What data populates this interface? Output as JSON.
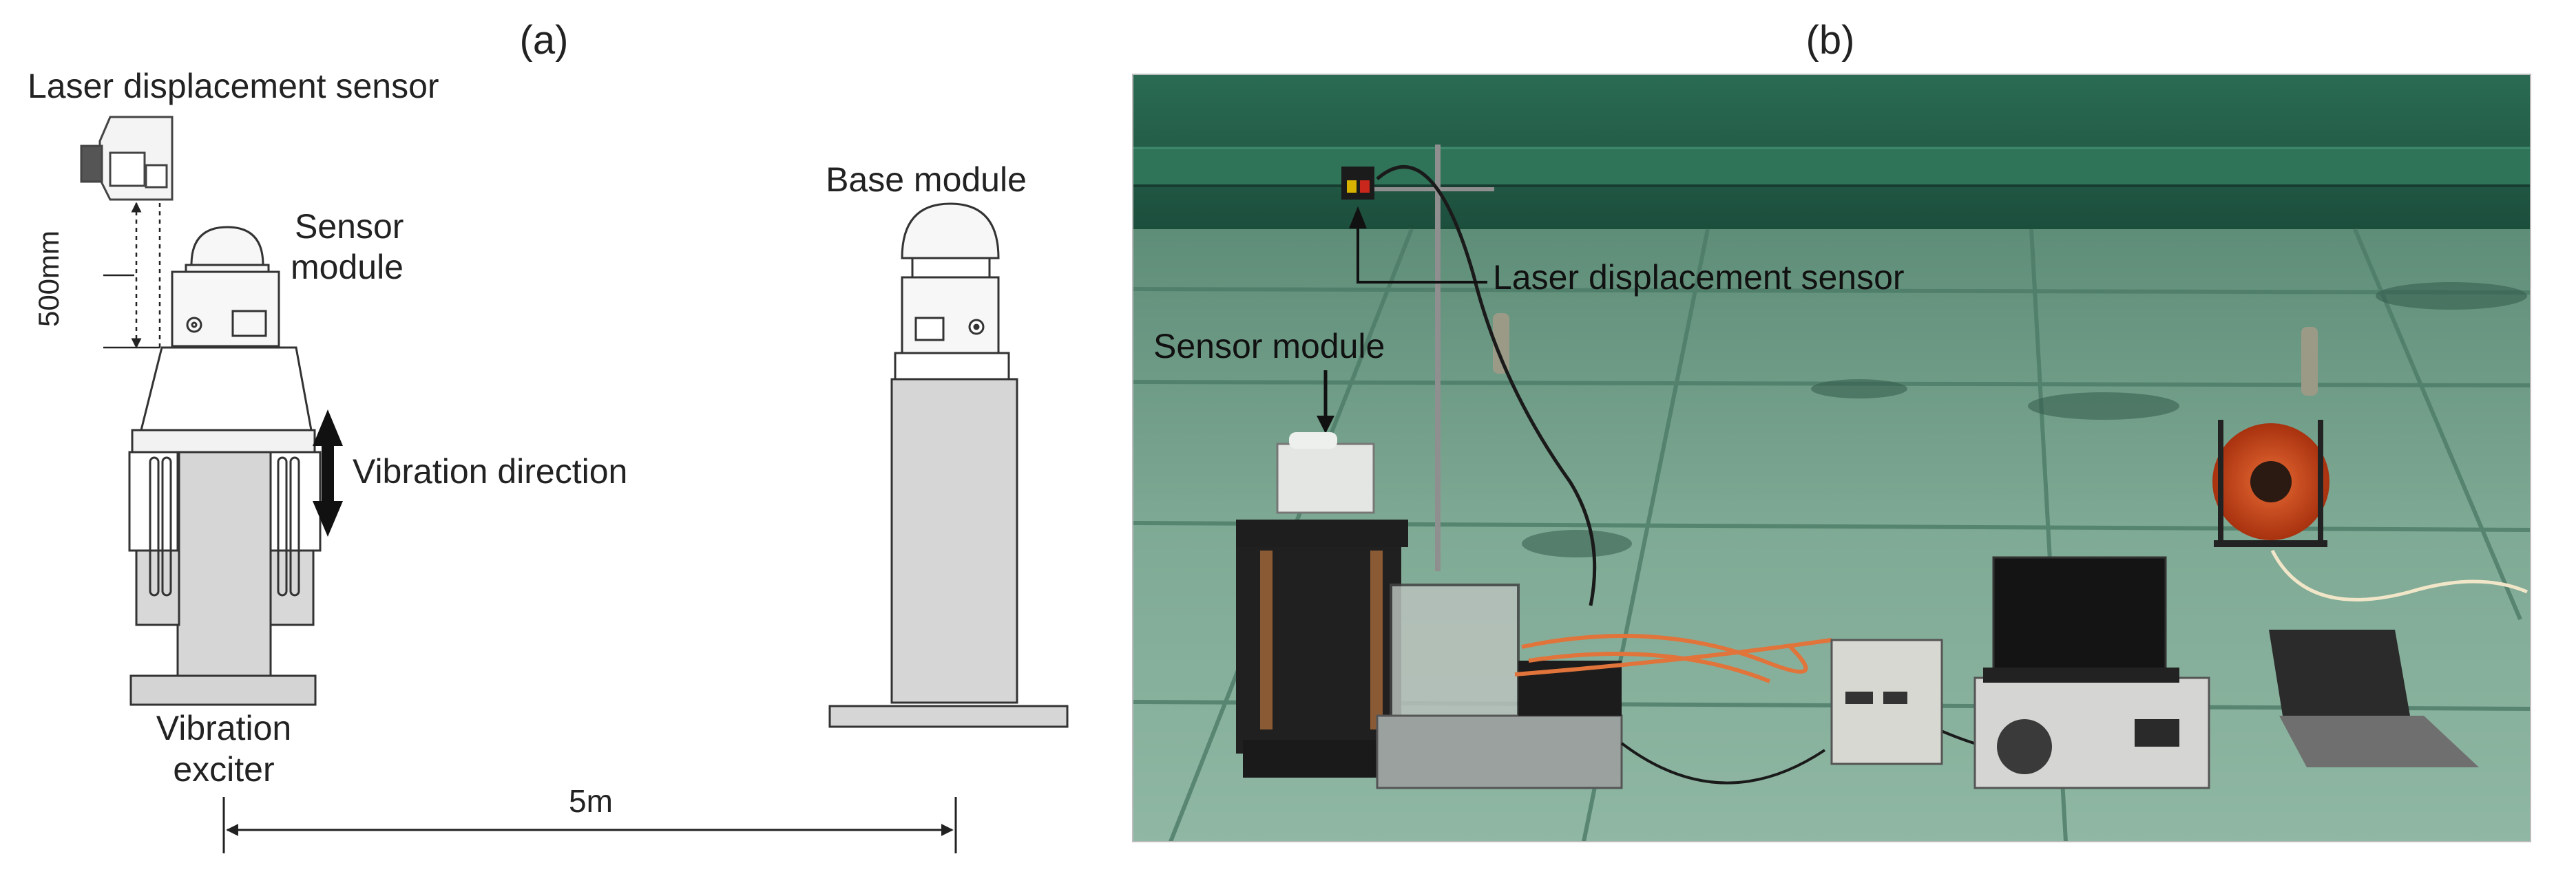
{
  "panel_a": {
    "label": "(a)",
    "laser_sensor_label": "Laser displacement sensor",
    "distance_vertical": "500mm",
    "sensor_module_label_line1": "Sensor",
    "sensor_module_label_line2": "module",
    "vibration_direction_label": "Vibration direction",
    "vibration_exciter_line1": "Vibration",
    "vibration_exciter_line2": "exciter",
    "base_module_label": "Base module",
    "distance_horizontal": "5m"
  },
  "panel_b": {
    "label": "(b)",
    "laser_sensor_label": "Laser displacement sensor",
    "sensor_module_label": "Sensor module"
  },
  "colors": {
    "line": "#222222",
    "wall": "#1f5a45",
    "rooftop": "#6f9a86",
    "cable_reel": "#d2461e",
    "laser_red": "#c9261c"
  }
}
